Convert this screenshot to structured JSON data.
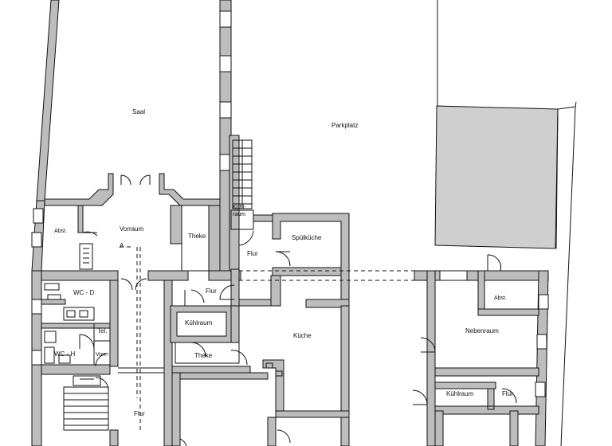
{
  "rooms": {
    "saal": "Saal",
    "parkplatz": "Parkplatz",
    "kuehlraum_stair": "Kühl-\nraum",
    "abst_left": "Abst.",
    "vorraum": "Vorraum",
    "a_marker": "A",
    "theke_top": "Theke",
    "spuelkueche": "Spülküche",
    "flur_top": "Flur",
    "flur_mid": "Flur",
    "wc_d": "WC - D",
    "wc_h": "WC - H",
    "tel": "Tel.",
    "vorr": "Vorr.",
    "kuehlraum_mid": "Kühlraum",
    "theke_mid": "Theke",
    "kueche": "Küche",
    "abst_right": "Abst.",
    "nebenraum": "Nebenraum",
    "kuehlraum_right": "Kühlraum",
    "flur_right": "Flur",
    "flur_bottom": "Flur"
  },
  "colors": {
    "wall": "#bdbdbd",
    "parking_lot": "#cfcfcf",
    "line": "#111111"
  }
}
